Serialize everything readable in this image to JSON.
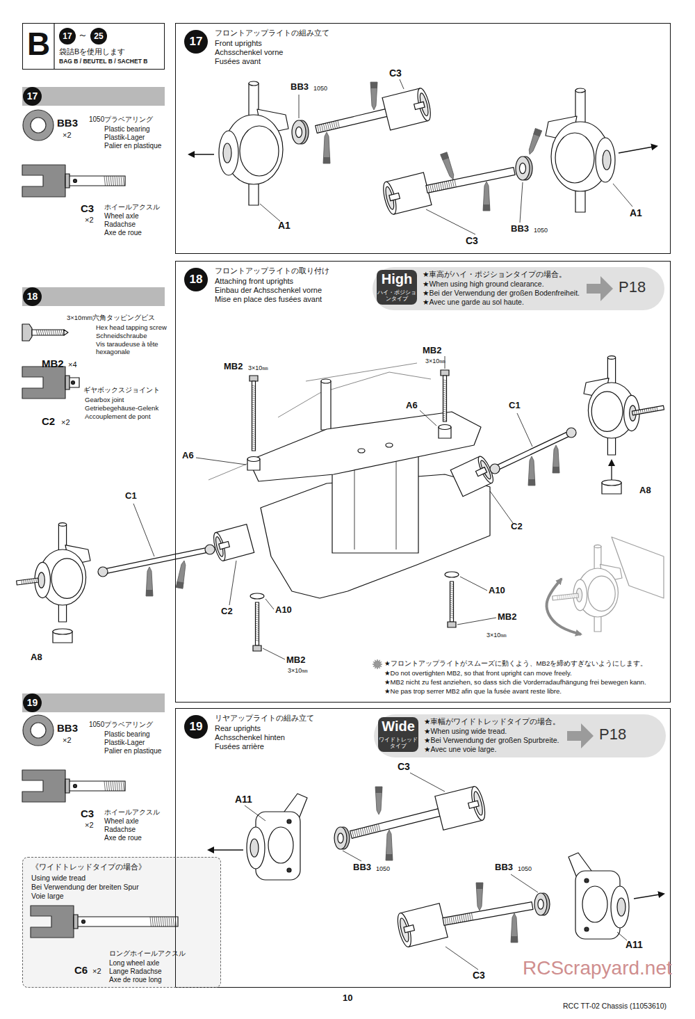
{
  "diagram": {
    "nodes": [
      {
        "text": [
          "B",
          "17",
          "～",
          "25",
          "袋詰Bを使用します",
          "BAG B / BEUTEL B / SACHET B"
        ]
      },
      {
        "text": [
          "17"
        ]
      },
      {
        "text": [
          "17",
          "フロントアップライトの組み立て",
          "Front uprights",
          "Achsschenkel vorne",
          "Fusées avant"
        ]
      },
      {
        "text": [
          "18"
        ]
      },
      {
        "text": [
          "18",
          "フロントアップライトの取り付け",
          "Attaching front uprights",
          "Einbau der Achsschenkel vorne",
          "Mise en place des fusées avant"
        ]
      },
      {
        "text": [
          "High",
          "ハイ・ポジションタイプ",
          "★車高がハイ・ポジションタイプの場合。",
          "★When using high ground clearance.",
          "★Bei der Verwendung der großen Bodenfreiheit.",
          "★Avec une garde au sol haute.",
          "P18"
        ],
        "in": 4
      },
      {
        "text": [
          "19"
        ]
      },
      {
        "text": [
          "19",
          "リヤアップライトの組み立て",
          "Rear uprights",
          "Achsschenkel hinten",
          "Fusées arrière"
        ]
      },
      {
        "text": [
          "Wide",
          "ワイドトレッドタイプ",
          "★車幅がワイドトレッドタイプの場合。",
          "★When using wide tread.",
          "★Bei Verwendung der großen Spurbreite.",
          "★Avec une voie large.",
          "P18"
        ],
        "in": 7
      },
      {
        "text": [
          "《ワイドトレッドタイプの場合》",
          "Using wide tread",
          "Bei Verwendung der breiten Spur",
          "Voie large",
          "C6",
          "×2",
          "ロングホイールアクスル",
          "Long wheel axle",
          "Lange Radachse",
          "Axe de roue long"
        ]
      }
    ],
    "labels": [
      "BB3",
      "×2",
      "1050プラベアリング",
      "Plastic bearing",
      "Plastik-Lager",
      "Palier en plastique",
      "C3",
      "×2",
      "ホイールアクスル",
      "Wheel axle",
      "Radachse",
      "Axe de roue",
      "3×10mm六角タッピングビス",
      "Hex head tapping screw",
      "Schneidschraube",
      "Vis taraudeuse à tête hexagonale",
      "MB2",
      "×4",
      "ギヤボックスジョイント",
      "Gearbox joint",
      "Getriebegehäuse-Gelenk",
      "Accouplement de pont",
      "C2",
      "×2",
      "BB3",
      "×2",
      "1050プラベアリング",
      "Plastic bearing",
      "Plastik-Lager",
      "Palier en plastique",
      "C3",
      "×2",
      "ホイールアクスル",
      "Wheel axle",
      "Radachse",
      "Axe de roue",
      "C3",
      "BB3",
      "1050",
      "A1",
      "C3",
      "BB3",
      "1050",
      "A1",
      "MB2",
      "3×10㎜",
      "MB2",
      "3×10㎜",
      "A6",
      "A6",
      "C1",
      "C1",
      "A8",
      "A8",
      "C2",
      "C2",
      "A10",
      "A10",
      "MB2",
      "3×10㎜",
      "MB2",
      "3×10㎜",
      "★フロントアップライトがスムーズに動くよう、MB2を締めすぎないようにします。",
      "★Do not overtighten MB2, so that front upright can move freely.",
      "★MB2 nicht zu fest anziehen, so dass sich die Vorderradaufhängung frei bewegen kann.",
      "★Ne pas trop serrer MB2 afin que la fusée avant reste libre.",
      "A11",
      "C3",
      "BB3",
      "1050",
      "BB3",
      "1050",
      "A11",
      "C3",
      "10",
      "RCC TT-02 Chassis (11053610)",
      "RCScrapyard.net"
    ]
  }
}
